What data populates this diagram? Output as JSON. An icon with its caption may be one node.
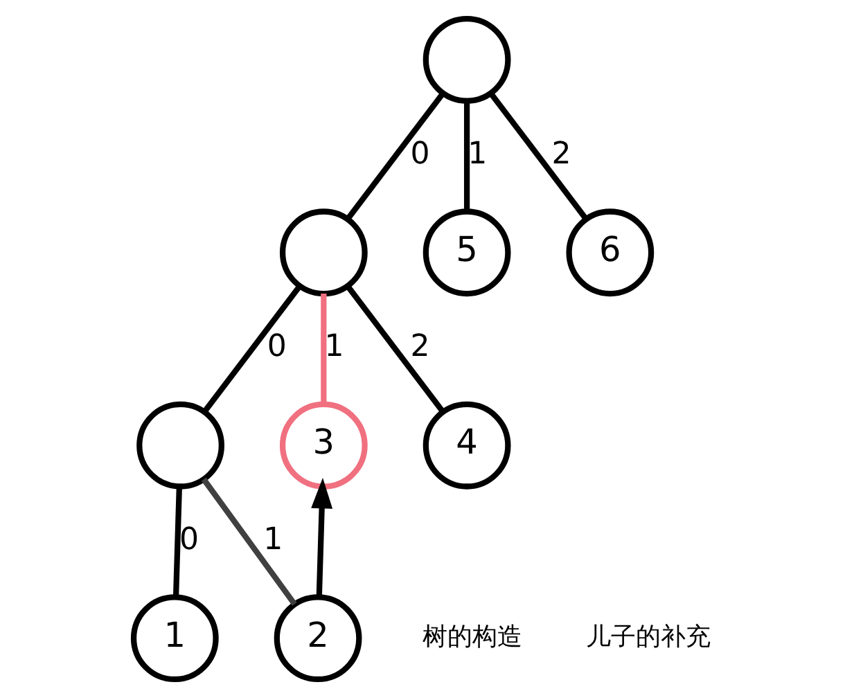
{
  "diagram": {
    "nodes": [
      {
        "text": [],
        "shape": "circle"
      },
      {
        "text": [],
        "shape": "circle"
      },
      {
        "text": [
          "5"
        ]
      },
      {
        "text": [
          "6"
        ]
      },
      {
        "text": [],
        "shape": "circle"
      },
      {
        "text": [
          "3"
        ]
      },
      {
        "text": [
          "4"
        ]
      },
      {
        "text": [
          "1"
        ]
      },
      {
        "text": [
          "2"
        ]
      }
    ],
    "edges": [
      {
        "from": 0,
        "to": 1,
        "arrow": "none",
        "label": "0"
      },
      {
        "from": 0,
        "to": 2,
        "arrow": "none",
        "label": "1"
      },
      {
        "from": 0,
        "to": 3,
        "arrow": "none",
        "label": "2"
      },
      {
        "from": 1,
        "to": 4,
        "arrow": "none",
        "label": "0"
      },
      {
        "from": 1,
        "to": 5,
        "arrow": "none",
        "label": "1",
        "color": "#f07080"
      },
      {
        "from": 1,
        "to": 6,
        "arrow": "none",
        "label": "2"
      },
      {
        "from": 4,
        "to": 7,
        "arrow": "none",
        "label": "0"
      },
      {
        "from": 4,
        "to": 8,
        "arrow": "none",
        "label": "1",
        "color": "#404040"
      },
      {
        "from": 8,
        "to": 5,
        "arrow": "to"
      }
    ],
    "labels": [
      "树的构造",
      "儿子的补充"
    ]
  }
}
